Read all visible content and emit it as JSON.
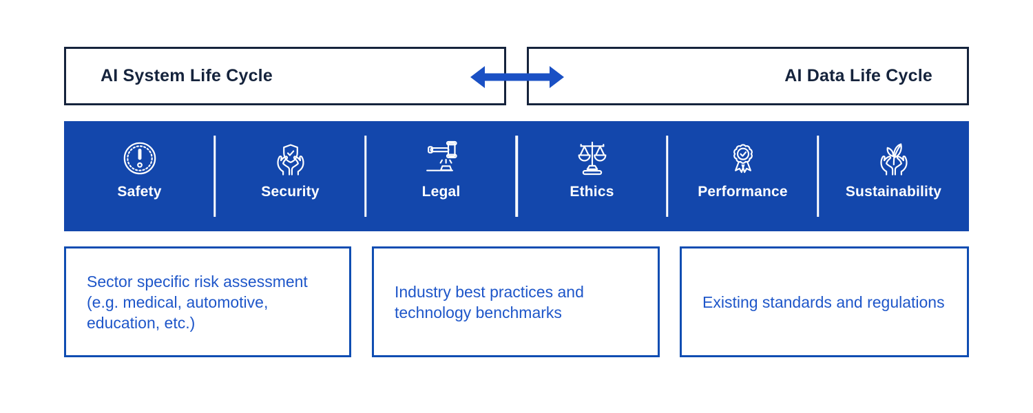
{
  "palette": {
    "band_blue": "#1347AC",
    "arrow_blue": "#1A50C4",
    "dark_navy": "#15233C",
    "box_border_blue": "#0F4DB2",
    "box_text_blue": "#1E56C9"
  },
  "top": {
    "left_label": "AI System Life Cycle",
    "right_label": "AI Data Life Cycle",
    "arrow_icon": "bidirectional-arrow-icon"
  },
  "band": {
    "items": [
      {
        "label": "Safety",
        "icon": "alert-circle-icon"
      },
      {
        "label": "Security",
        "icon": "hands-shield-check-icon"
      },
      {
        "label": "Legal",
        "icon": "gavel-icon"
      },
      {
        "label": "Ethics",
        "icon": "balance-scale-icon"
      },
      {
        "label": "Performance",
        "icon": "award-badge-icon"
      },
      {
        "label": "Sustainability",
        "icon": "hands-plant-icon"
      }
    ]
  },
  "bottom": {
    "boxes": [
      "Sector specific risk assessment (e.g. medical, automotive, education, etc.)",
      "Industry best practices and technology benchmarks",
      "Existing standards and regulations"
    ]
  }
}
